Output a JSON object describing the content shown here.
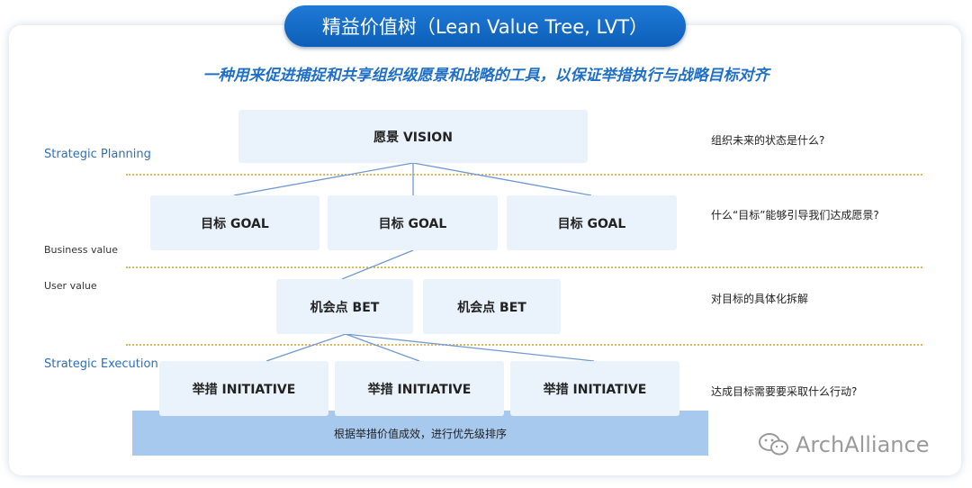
{
  "title": "精益价值树（Lean Value Tree, LVT）",
  "subtitle": "一种用来促进捕捉和共享组织级愿景和战略的工具，以保证举措执行与战略目标对齐",
  "left_labels": {
    "strategic_planning": "Strategic Planning",
    "business_value": "Business value",
    "user_value": "User value",
    "strategic_execution": "Strategic Execution"
  },
  "vision": "愿景 VISION",
  "goals": [
    "目标 GOAL",
    "目标 GOAL",
    "目标 GOAL"
  ],
  "bets": [
    "机会点 BET",
    "机会点 BET"
  ],
  "initiatives": [
    "举措 INITIATIVE",
    "举措 INITIATIVE",
    "举措 INITIATIVE"
  ],
  "band": "根据举措价值成效，进行优先级排序",
  "questions": [
    "组织未来的状态是什么?",
    "什么“目标”能够引导我们达成愿景?",
    "对目标的具体化拆解",
    "达成目标需要要采取什么行动?"
  ],
  "watermark": "ArchAlliance",
  "colors": {
    "title_bg": "#0c5fb8",
    "box_bg": "#eaf2fb",
    "band_bg": "#a8c9ee",
    "divider": "#e7b55b",
    "accent_text": "#1f6fc6"
  }
}
